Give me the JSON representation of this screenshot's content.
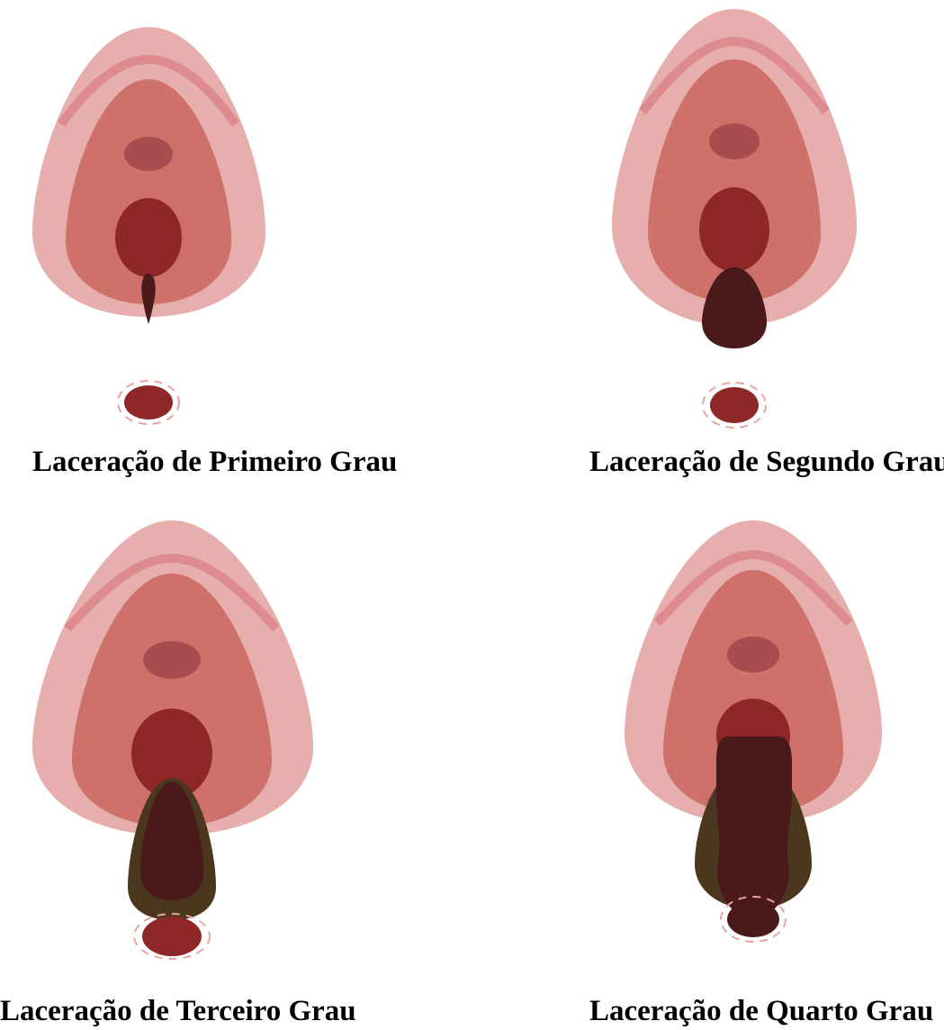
{
  "panels": [
    {
      "id": "first",
      "caption": "Laceração de Primeiro Grau"
    },
    {
      "id": "second",
      "caption": "Laceração de Segundo Grau"
    },
    {
      "id": "third",
      "caption": "Laceração de Terceiro Grau"
    },
    {
      "id": "fourth",
      "caption": "Laceração de Quarto Grau"
    }
  ],
  "colors": {
    "outer": "#e6aeac",
    "band": "#dd8b8f",
    "inner": "#ce716b",
    "upper_spot": "#a84c4f",
    "central_opening": "#8e2727",
    "tear": "#4a1a1a",
    "muscle_tear": "#4a371e",
    "ring_dash": "#e8a3a3"
  }
}
